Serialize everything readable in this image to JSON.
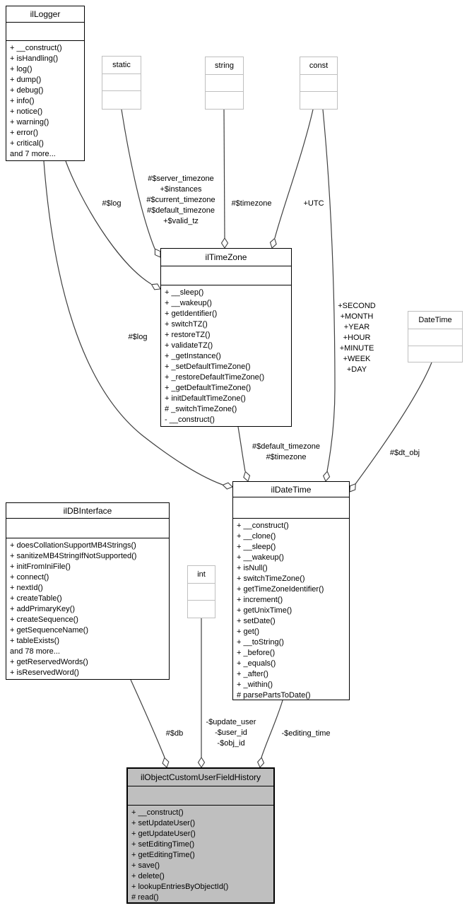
{
  "colors": {
    "background": "#ffffff",
    "node_border": "#000000",
    "external_node_border": "#bfbfbf",
    "node_fill": "#ffffff",
    "focus_node_fill": "#bfbfbf",
    "edge": "#404040",
    "text": "#000000"
  },
  "classes": {
    "illogger": {
      "title": "ilLogger",
      "methods": [
        "+ __construct()",
        "+ isHandling()",
        "+ log()",
        "+ dump()",
        "+ debug()",
        "+ info()",
        "+ notice()",
        "+ warning()",
        "+ error()",
        "+ critical()",
        "and 7 more..."
      ]
    },
    "static": {
      "title": "static"
    },
    "string": {
      "title": "string"
    },
    "const": {
      "title": "const"
    },
    "iltimezone": {
      "title": "ilTimeZone",
      "methods": [
        "+ __sleep()",
        "+ __wakeup()",
        "+ getIdentifier()",
        "+ switchTZ()",
        "+ restoreTZ()",
        "+ validateTZ()",
        "+ _getInstance()",
        "+ _setDefaultTimeZone()",
        "+ _restoreDefaultTimeZone()",
        "+ _getDefaultTimeZone()",
        "+ initDefaultTimeZone()",
        "# _switchTimeZone()",
        "- __construct()"
      ]
    },
    "datetime": {
      "title": "DateTime"
    },
    "ildatetime": {
      "title": "ilDateTime",
      "methods": [
        "+ __construct()",
        "+ __clone()",
        "+ __sleep()",
        "+ __wakeup()",
        "+ isNull()",
        "+ switchTimeZone()",
        "+ getTimeZoneIdentifier()",
        "+ increment()",
        "+ getUnixTime()",
        "+ setDate()",
        "+ get()",
        "+ __toString()",
        "+ _before()",
        "+ _equals()",
        "+ _after()",
        "+ _within()",
        "# parsePartsToDate()"
      ]
    },
    "ildbinterface": {
      "title": "ilDBInterface",
      "methods": [
        "+ doesCollationSupportMB4Strings()",
        "+ sanitizeMB4StringIfNotSupported()",
        "+ initFromIniFile()",
        "+ connect()",
        "+ nextId()",
        "+ createTable()",
        "+ addPrimaryKey()",
        "+ createSequence()",
        "+ getSequenceName()",
        "+ tableExists()",
        "and 78 more...",
        "+ getReservedWords()",
        "+ isReservedWord()"
      ]
    },
    "int": {
      "title": "int"
    },
    "ilobjectcustomuserfieldhistory": {
      "title": "ilObjectCustomUserFieldHistory",
      "methods": [
        "+ __construct()",
        "+ setUpdateUser()",
        "+ getUpdateUser()",
        "+ setEditingTime()",
        "+ getEditingTime()",
        "+ save()",
        "+ delete()",
        "+ lookupEntriesByObjectId()",
        "# read()"
      ]
    }
  },
  "edge_labels": {
    "log_to_iltimezone": [
      "#$log"
    ],
    "static_members": [
      "#$server_timezone",
      "+$instances",
      "#$current_timezone",
      "#$default_timezone",
      "+$valid_tz"
    ],
    "string_member": [
      "#$timezone"
    ],
    "const_utc": [
      "+UTC"
    ],
    "log_to_ildatetime": [
      "#$log"
    ],
    "const_to_ildatetime": [
      "+SECOND",
      "+MONTH",
      "+YEAR",
      "+HOUR",
      "+MINUTE",
      "+WEEK",
      "+DAY"
    ],
    "iltimezone_members": [
      "#$default_timezone",
      "#$timezone"
    ],
    "dt_obj": [
      "#$dt_obj"
    ],
    "db": [
      "#$db"
    ],
    "int_members": [
      "-$update_user",
      "-$user_id",
      "-$obj_id"
    ],
    "editing_time": [
      "-$editing_time"
    ]
  }
}
